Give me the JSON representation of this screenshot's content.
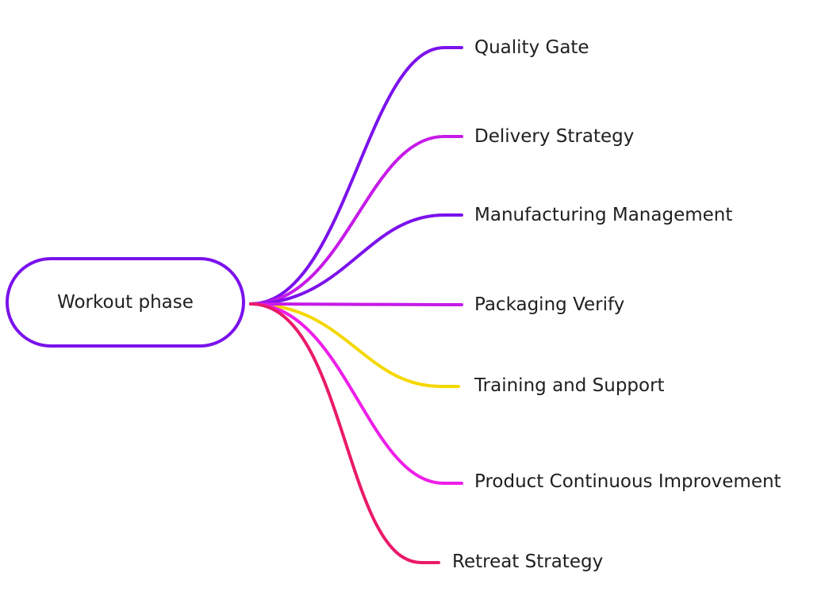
{
  "root": {
    "label": "Workout phase",
    "color": "#7b12ec"
  },
  "branches": [
    {
      "label": "Quality Gate",
      "color": "#7b12ec"
    },
    {
      "label": "Delivery Strategy",
      "color": "#c61ae8"
    },
    {
      "label": "Manufacturing Management",
      "color": "#7b12ec"
    },
    {
      "label": "Packaging Verify",
      "color": "#c61ae8"
    },
    {
      "label": "Training and Support",
      "color": "#f5d800"
    },
    {
      "label": "Product Continuous Improvement",
      "color": "#ee1ee8"
    },
    {
      "label": "Retreat Strategy",
      "color": "#ea1a6a"
    }
  ]
}
